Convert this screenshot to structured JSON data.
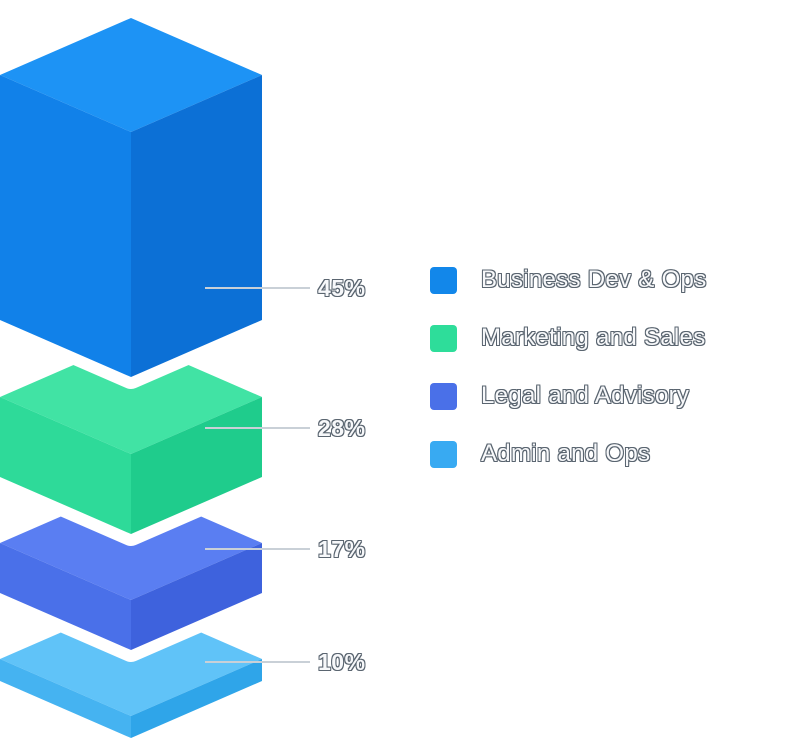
{
  "chart_data": {
    "type": "bar",
    "subtype": "isometric-3d-exploded-stack",
    "title": "",
    "unit": "%",
    "total": 100,
    "legend_position": "right",
    "grid": false,
    "categories": [
      "Business Dev & Ops",
      "Marketing and Sales",
      "Legal and Advisory",
      "Admin and Ops"
    ],
    "values": [
      45,
      28,
      17,
      10
    ],
    "segments": [
      {
        "label": "Business Dev & Ops",
        "value": 45,
        "pct_label": "45%",
        "colors": {
          "top": "#1d93f5",
          "left": "#1181e9",
          "right": "#0c70d6",
          "legend": "#1287ea"
        }
      },
      {
        "label": "Marketing and Sales",
        "value": 28,
        "pct_label": "28%",
        "colors": {
          "top": "#41e3a4",
          "left": "#2eda99",
          "right": "#1fcc8c",
          "legend": "#2edd9a"
        }
      },
      {
        "label": "Legal and Advisory",
        "value": 17,
        "pct_label": "17%",
        "colors": {
          "top": "#5a7ef2",
          "left": "#4a70e9",
          "right": "#3e62dd",
          "legend": "#4a70e8"
        }
      },
      {
        "label": "Admin and Ops",
        "value": 10,
        "pct_label": "10%",
        "colors": {
          "top": "#60c3f8",
          "left": "#45b3f1",
          "right": "#2fa5e9",
          "legend": "#38aaf2"
        }
      }
    ],
    "leader_line_color": "#c9d0d7",
    "text_fill": "#f7f8fa",
    "text_outline": "#5a6570",
    "background": "#ffffff"
  }
}
